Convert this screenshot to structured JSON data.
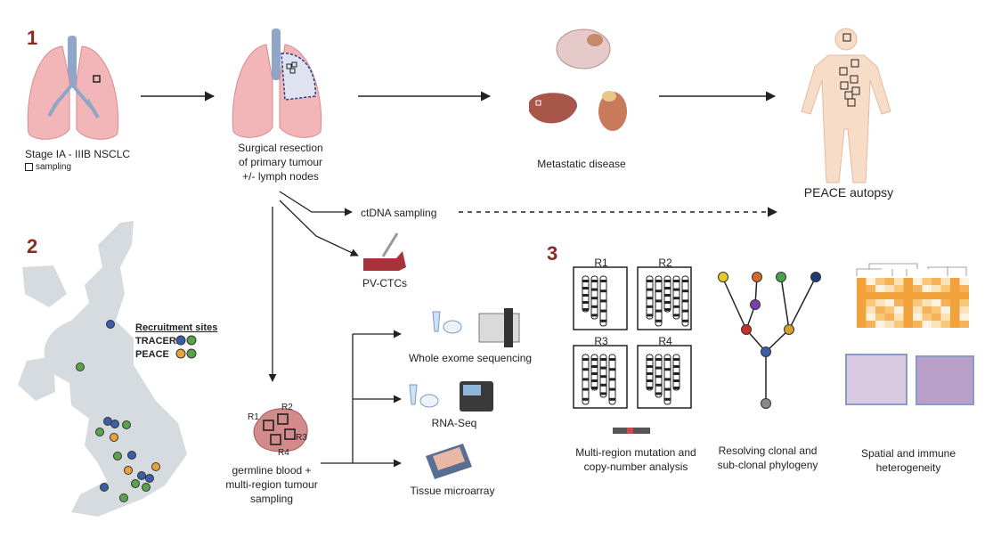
{
  "sections": {
    "one": "1",
    "two": "2",
    "three": "3"
  },
  "step1": {
    "stage_label": "Stage IA - IIIB NSCLC",
    "sampling_legend": "sampling",
    "resection_line1": "Surgical resection",
    "resection_line2": "of primary tumour",
    "resection_line3": "+/- lymph nodes",
    "metastatic": "Metastatic disease",
    "autopsy": "PEACE autopsy",
    "ctdna": "ctDNA sampling",
    "pvctc": "PV-CTCs"
  },
  "step1b": {
    "regions": [
      "R1",
      "R2",
      "R3",
      "R4"
    ],
    "germline_line1": "germline blood +",
    "germline_line2": "multi-region tumour",
    "germline_line3": "sampling",
    "wes": "Whole exome sequencing",
    "rnaseq": "RNA-Seq",
    "tma": "Tissue microarray"
  },
  "map": {
    "legend_title": "Recruitment sites",
    "tracerx": "TRACERx",
    "peace": "PEACE",
    "colors": {
      "blue": "#3a5fa8",
      "green": "#5aa34a",
      "orange": "#e8a33a"
    }
  },
  "step3": {
    "panels": [
      "R1",
      "R2",
      "R3",
      "R4"
    ],
    "mutation_line1": "Multi-region mutation and",
    "mutation_line2": "copy-number analysis",
    "phylo_line1": "Resolving clonal and",
    "phylo_line2": "sub-clonal phylogeny",
    "spatial_line1": "Spatial and immune",
    "spatial_line2": "heterogeneity"
  }
}
